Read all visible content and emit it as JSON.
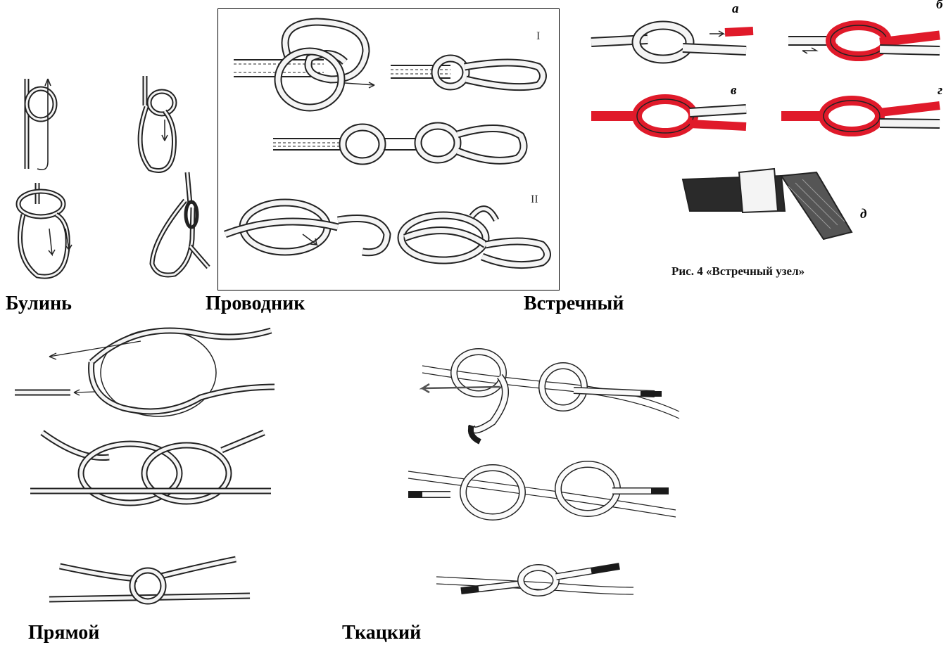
{
  "captions": {
    "bowline": "Булинь",
    "guide": "Проводник",
    "meeting": "Встречный",
    "reef": "Прямой",
    "weaver": "Ткацкий"
  },
  "guide_panel": {
    "roman_1": "I",
    "roman_2": "II"
  },
  "meeting_panel": {
    "labels": [
      "а",
      "б",
      "в",
      "г",
      "д"
    ],
    "figure_caption": "Рис. 4  «Встречный узел»"
  },
  "colors": {
    "rope_outline": "#222222",
    "rope_fill": "#f4f4f4",
    "meeting_red": "#e01a2a",
    "tape_dark": "#2a2a2a",
    "weaver_tip": "#1a1a1a"
  },
  "icons": {
    "bowline": "bowline-knot-illustration",
    "guide": "figure-eight-loop-illustration",
    "meeting": "water-knot-illustration",
    "reef": "reef-knot-illustration",
    "weaver": "sheet-bend-illustration"
  }
}
